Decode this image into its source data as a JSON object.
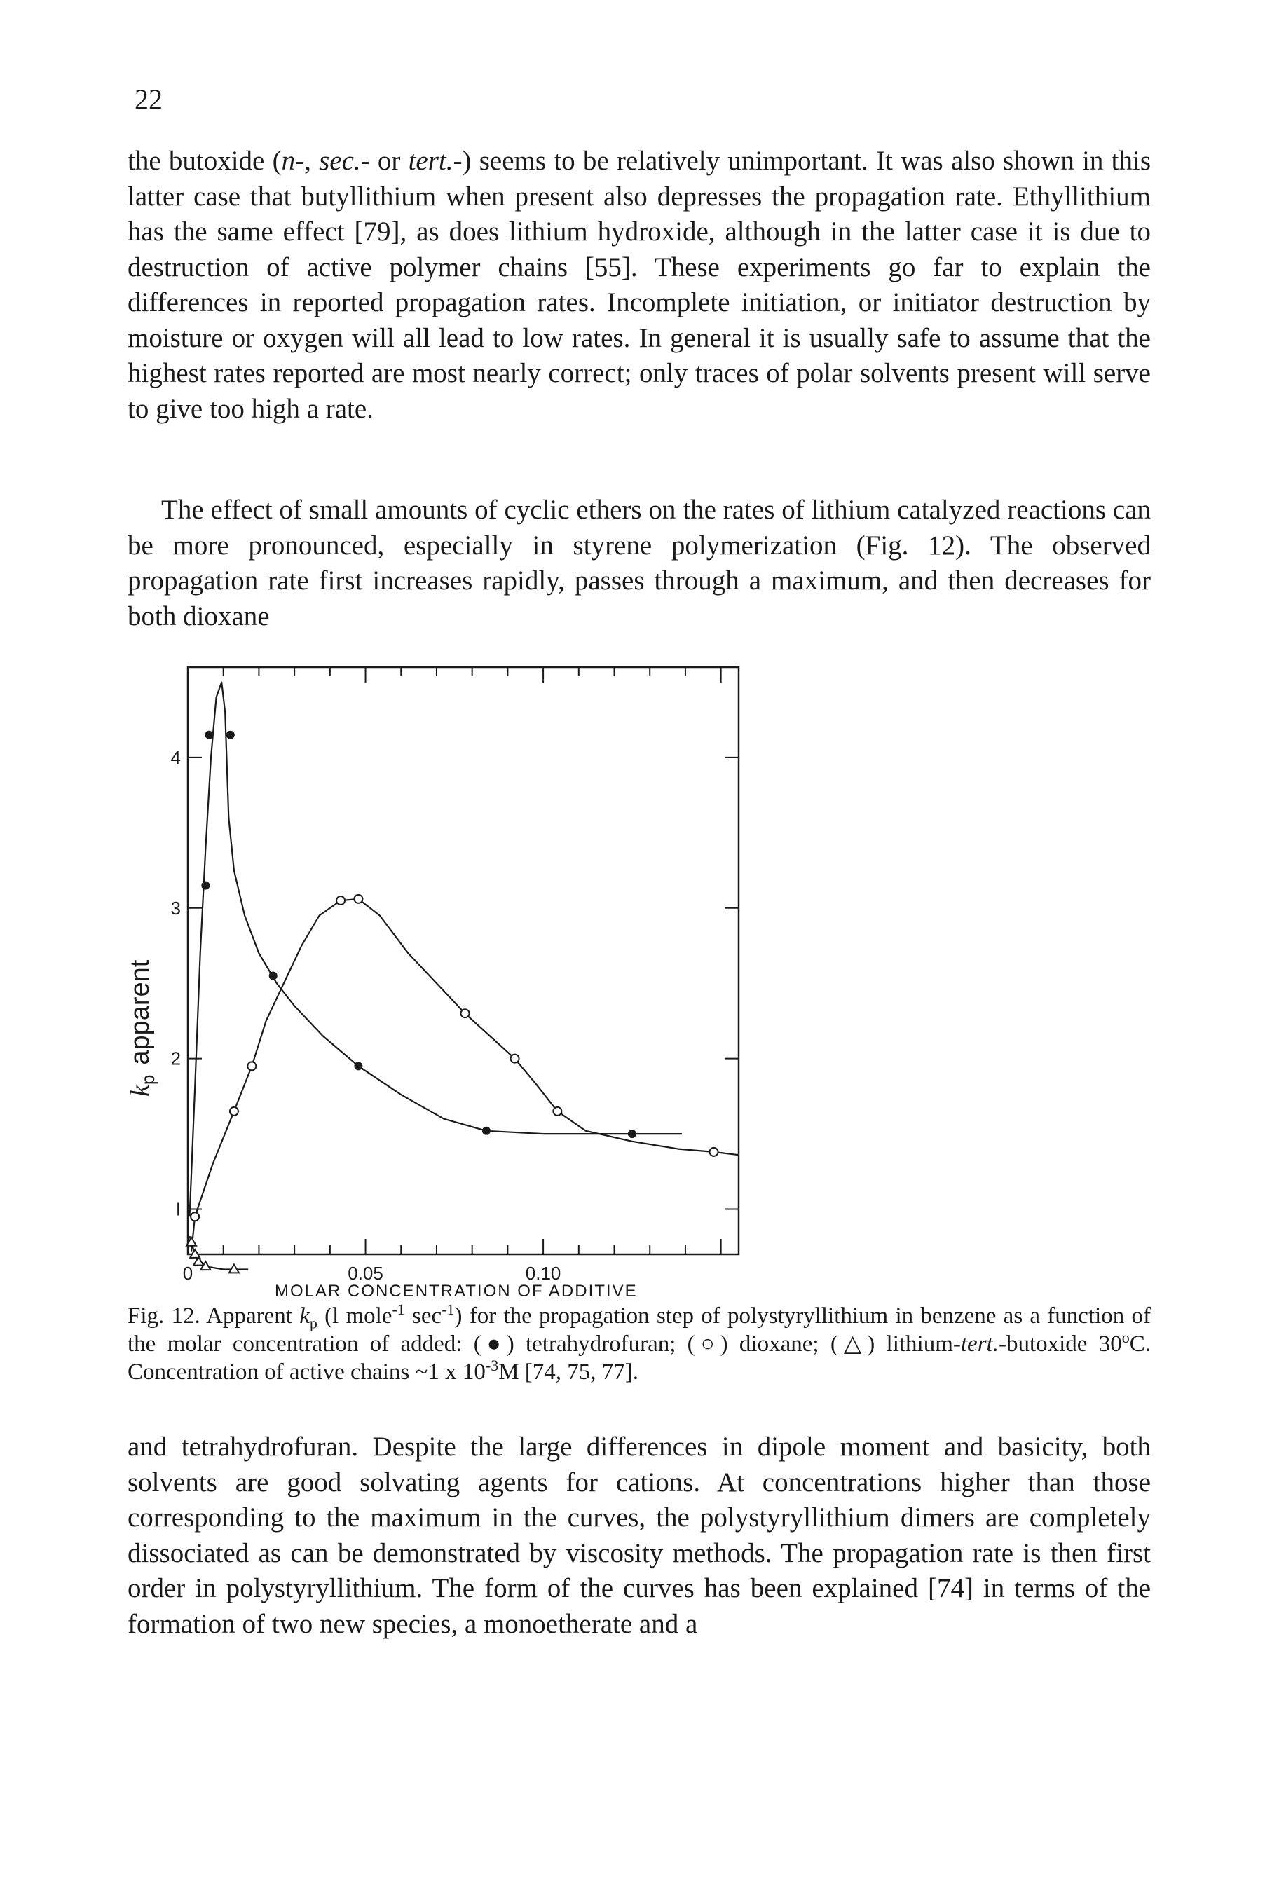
{
  "page_number": "22",
  "paragraphs": {
    "p1": {
      "t1": "the butoxide (",
      "i1": "n-",
      "t2": ", ",
      "i2": "sec.-",
      "t3": " or ",
      "i3": "tert.-",
      "t4": ") seems to be relatively unimportant. It was also shown in this latter case that butyllithium when present also depresses the propagation rate. Ethyllithium has the same effect [79], as does lithium hydroxide, although in the latter case it is due to destruction of active polymer chains [55]. These experiments go far to explain the differences in reported propagation rates. Incomplete initiation, or initiator destruction by moisture or oxygen will all lead to low rates. In general it is usually safe to assume that the highest rates reported are most nearly correct; only traces of polar solvents present will serve to give too high a rate."
    },
    "p2": "The effect of small amounts of cyclic ethers on the rates of lithium catalyzed reactions can be more pronounced, especially in styrene polymerization (Fig. 12). The observed propagation rate first increases rapidly, passes through a maximum, and then decreases for both dioxane",
    "p3": "and tetrahydrofuran. Despite the large differences in dipole moment and basicity, both solvents are good solvating agents for cations. At concentrations higher than those corresponding to the maximum in the curves, the polystyryllithium dimers are completely dissociated as can be demonstrated by viscosity methods. The propagation rate is then first order in polystyryllithium. The form of the curves has been explained [74] in terms of the formation of two new species, a monoetherate and a"
  },
  "caption": {
    "t1": "Fig. 12. Apparent ",
    "kp": "k",
    "kp_sub": "p",
    "t2": " (l mole",
    "sup1": "-1",
    "t3": " sec",
    "sup2": "-1",
    "t4": ") for the propagation step of polystyryllithium in benzene as a function of the molar concentration of added: (●) tetrahydrofuran; (○) dioxane; (△) lithium-",
    "i1": "tert.",
    "t5": "-butoxide 30",
    "sup3": "o",
    "t6": "C. Concentration of active chains ~1 x 10",
    "sup4": "-3",
    "t7": "M [74, 75, 77]."
  },
  "chart_data": {
    "type": "scatter",
    "title": "",
    "xlabel": "MOLAR CONCENTRATION OF ADDITIVE",
    "ylabel_italic": "k",
    "ylabel_sub": "p",
    "ylabel_rest": "apparent",
    "xlim": [
      0,
      0.155
    ],
    "ylim": [
      0.7,
      4.6
    ],
    "x_tick_labels": [
      {
        "value": 0,
        "label": "0"
      },
      {
        "value": 0.05,
        "label": "0.05"
      },
      {
        "value": 0.1,
        "label": "0.10"
      }
    ],
    "y_tick_labels": [
      {
        "value": 1,
        "label": "I"
      },
      {
        "value": 2,
        "label": "2"
      },
      {
        "value": 3,
        "label": "3"
      },
      {
        "value": 4,
        "label": "4"
      }
    ],
    "grid": false,
    "legend": "none",
    "series": [
      {
        "marker": "filled-circle",
        "points": [
          [
            0.006,
            4.15
          ],
          [
            0.012,
            4.15
          ],
          [
            0.005,
            3.15
          ],
          [
            0.024,
            2.55
          ],
          [
            0.048,
            1.95
          ],
          [
            0.084,
            1.52
          ],
          [
            0.125,
            1.5
          ]
        ],
        "curve": [
          [
            0.0005,
            0.95
          ],
          [
            0.002,
            1.8
          ],
          [
            0.0035,
            2.7
          ],
          [
            0.005,
            3.4
          ],
          [
            0.0065,
            4.0
          ],
          [
            0.008,
            4.4
          ],
          [
            0.0095,
            4.5
          ],
          [
            0.0105,
            4.3
          ],
          [
            0.0115,
            3.6
          ],
          [
            0.013,
            3.25
          ],
          [
            0.016,
            2.95
          ],
          [
            0.02,
            2.7
          ],
          [
            0.025,
            2.5
          ],
          [
            0.03,
            2.35
          ],
          [
            0.038,
            2.15
          ],
          [
            0.048,
            1.95
          ],
          [
            0.06,
            1.76
          ],
          [
            0.072,
            1.6
          ],
          [
            0.084,
            1.52
          ],
          [
            0.1,
            1.5
          ],
          [
            0.125,
            1.5
          ],
          [
            0.139,
            1.5
          ]
        ]
      },
      {
        "marker": "open-circle",
        "points": [
          [
            0.002,
            0.95
          ],
          [
            0.013,
            1.65
          ],
          [
            0.018,
            1.95
          ],
          [
            0.043,
            3.05
          ],
          [
            0.048,
            3.06
          ],
          [
            0.078,
            2.3
          ],
          [
            0.092,
            2.0
          ],
          [
            0.104,
            1.65
          ],
          [
            0.148,
            1.38
          ]
        ],
        "curve": [
          [
            0.001,
            0.72
          ],
          [
            0.002,
            0.95
          ],
          [
            0.007,
            1.3
          ],
          [
            0.013,
            1.65
          ],
          [
            0.018,
            1.95
          ],
          [
            0.022,
            2.25
          ],
          [
            0.027,
            2.5
          ],
          [
            0.032,
            2.75
          ],
          [
            0.037,
            2.95
          ],
          [
            0.043,
            3.05
          ],
          [
            0.048,
            3.06
          ],
          [
            0.054,
            2.95
          ],
          [
            0.062,
            2.7
          ],
          [
            0.07,
            2.5
          ],
          [
            0.078,
            2.3
          ],
          [
            0.085,
            2.15
          ],
          [
            0.092,
            2.0
          ],
          [
            0.098,
            1.83
          ],
          [
            0.104,
            1.65
          ],
          [
            0.112,
            1.52
          ],
          [
            0.125,
            1.45
          ],
          [
            0.138,
            1.4
          ],
          [
            0.148,
            1.38
          ],
          [
            0.155,
            1.36
          ]
        ]
      },
      {
        "marker": "open-triangle",
        "points": [
          [
            0.001,
            0.78
          ],
          [
            0.002,
            0.7
          ],
          [
            0.003,
            0.65
          ],
          [
            0.005,
            0.62
          ],
          [
            0.013,
            0.6
          ]
        ],
        "curve": [
          [
            0.0005,
            0.82
          ],
          [
            0.001,
            0.78
          ],
          [
            0.002,
            0.7
          ],
          [
            0.003,
            0.65
          ],
          [
            0.005,
            0.62
          ],
          [
            0.01,
            0.6
          ],
          [
            0.017,
            0.6
          ]
        ]
      }
    ]
  }
}
